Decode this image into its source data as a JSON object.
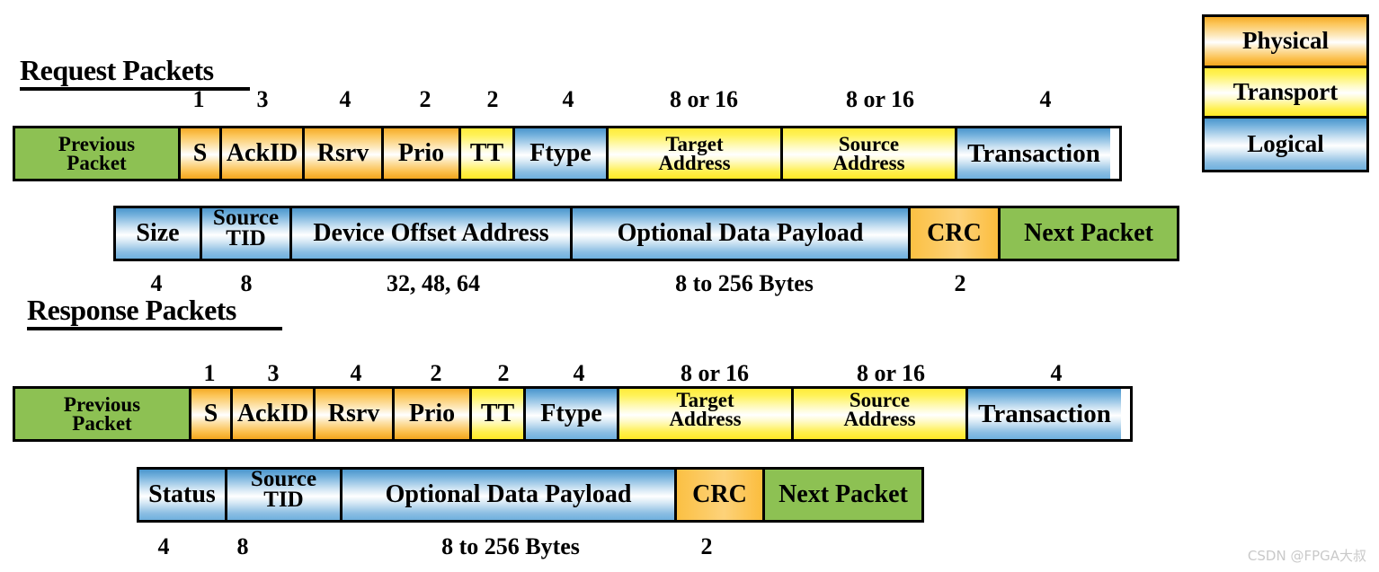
{
  "sections": {
    "request": {
      "title": "Request Packets"
    },
    "response": {
      "title": "Response Packets"
    }
  },
  "legend": {
    "items": [
      {
        "label": "Physical",
        "layer": "phys",
        "color": "#f5ab27"
      },
      {
        "label": "Transport",
        "layer": "trans",
        "color": "#ffeb3a"
      },
      {
        "label": "Logical",
        "layer": "logic",
        "color": "#4a96cd"
      }
    ]
  },
  "colors": {
    "physical": "#f5ab27",
    "transport": "#ffeb3a",
    "logical": "#4a96cd",
    "neighbor_packet": "#8dc153",
    "crc": "#fbc14c",
    "border": "#000000",
    "watermark": "#c9c9c9"
  },
  "request_row1": {
    "fields": [
      {
        "label": "Previous\nPacket",
        "size": "",
        "layer": "green"
      },
      {
        "label": "S",
        "size": "1",
        "layer": "phys"
      },
      {
        "label": "AckID",
        "size": "3",
        "layer": "phys"
      },
      {
        "label": "Rsrv",
        "size": "4",
        "layer": "phys"
      },
      {
        "label": "Prio",
        "size": "2",
        "layer": "phys"
      },
      {
        "label": "TT",
        "size": "2",
        "layer": "trans"
      },
      {
        "label": "Ftype",
        "size": "4",
        "layer": "logic"
      },
      {
        "label": "Target\nAddress",
        "size": "8 or 16",
        "layer": "trans"
      },
      {
        "label": "Source\nAddress",
        "size": "8 or 16",
        "layer": "trans"
      },
      {
        "label": "Transaction",
        "size": "4",
        "layer": "logic"
      }
    ]
  },
  "request_row2": {
    "fields": [
      {
        "label": "Size",
        "size": "4",
        "layer": "logic"
      },
      {
        "label": "Source\nTID",
        "size": "8",
        "layer": "logic"
      },
      {
        "label": "Device Offset Address",
        "size": "32, 48, 64",
        "layer": "logic"
      },
      {
        "label": "Optional Data Payload",
        "size": "8 to 256 Bytes",
        "layer": "logic"
      },
      {
        "label": "CRC",
        "size": "2",
        "layer": "crc"
      },
      {
        "label": "Next Packet",
        "size": "",
        "layer": "green"
      }
    ]
  },
  "response_row1": {
    "fields": [
      {
        "label": "Previous\nPacket",
        "size": "",
        "layer": "green"
      },
      {
        "label": "S",
        "size": "1",
        "layer": "phys"
      },
      {
        "label": "AckID",
        "size": "3",
        "layer": "phys"
      },
      {
        "label": "Rsrv",
        "size": "4",
        "layer": "phys"
      },
      {
        "label": "Prio",
        "size": "2",
        "layer": "phys"
      },
      {
        "label": "TT",
        "size": "2",
        "layer": "trans"
      },
      {
        "label": "Ftype",
        "size": "4",
        "layer": "logic"
      },
      {
        "label": "Target\nAddress",
        "size": "8 or 16",
        "layer": "trans"
      },
      {
        "label": "Source\nAddress",
        "size": "8 or 16",
        "layer": "trans"
      },
      {
        "label": "Transaction",
        "size": "4",
        "layer": "logic"
      }
    ]
  },
  "response_row2": {
    "fields": [
      {
        "label": "Status",
        "size": "4",
        "layer": "logic"
      },
      {
        "label": "Source\nTID",
        "size": "8",
        "layer": "logic"
      },
      {
        "label": "Optional Data Payload",
        "size": "8 to 256 Bytes",
        "layer": "logic"
      },
      {
        "label": "CRC",
        "size": "2",
        "layer": "crc"
      },
      {
        "label": "Next Packet",
        "size": "",
        "layer": "green"
      }
    ]
  },
  "watermark": {
    "text": "CSDN @FPGA大叔"
  }
}
